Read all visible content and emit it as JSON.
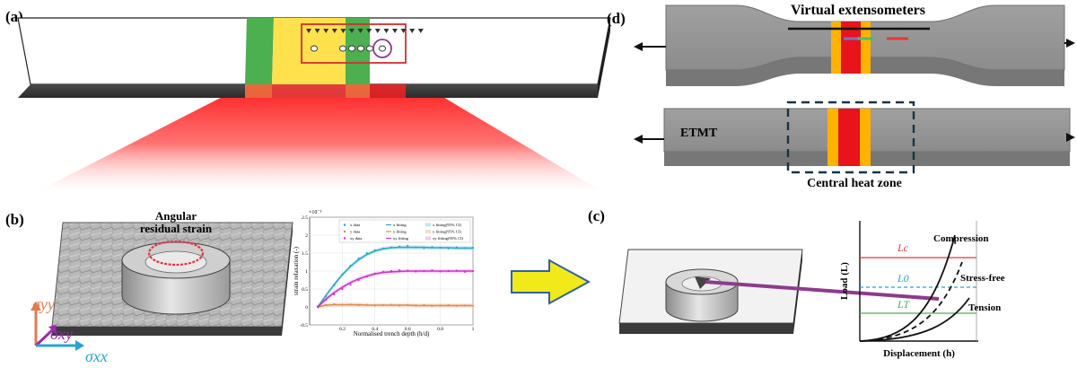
{
  "panels": {
    "a": "(a)",
    "b": "(b)",
    "c": "(c)",
    "d": "(d)"
  },
  "panel_b": {
    "ring_label_line1": "Angular",
    "ring_label_line2": "residual strain",
    "stress_labels": {
      "yy": "σyy",
      "xy": "σxy",
      "xx": "σxx"
    },
    "colors": {
      "sigma_yy": "#e07a4f",
      "sigma_xy": "#9c27b0",
      "sigma_xx": "#29a3d6",
      "ring": "#e8323c"
    }
  },
  "panel_c": {
    "ylabel": "Load (L)",
    "xlabel": "Displacement (h)",
    "levels": [
      {
        "label": "Lc",
        "color": "#e53935"
      },
      {
        "label": "L0",
        "color": "#29a3d6"
      },
      {
        "label": "LT",
        "color": "#4caf50"
      }
    ],
    "curves": [
      "Compression",
      "Stress-free",
      "Tension"
    ],
    "link_color": "#8e3a8e"
  },
  "panel_d": {
    "title": "Virtual extensometers",
    "label_etmt": "ETMT",
    "label_heat": "Central heat zone",
    "extensometer_colors": [
      "#7b6fd0",
      "#43c463",
      "#e53935"
    ]
  },
  "chart_data": {
    "type": "scatter",
    "title": "",
    "xlabel": "Normalised trench depth (h/d)",
    "ylabel": "strain relaxation (-)",
    "y_exponent": "×10⁻³",
    "xlim": [
      0,
      1
    ],
    "ylim": [
      -0.5,
      2.5
    ],
    "x_ticks": [
      "0.2",
      "0.4",
      "0.6",
      "0.8",
      "1"
    ],
    "y_ticks": [
      "-0.5",
      "0",
      "0.5",
      "1",
      "1.5",
      "2",
      "2.5"
    ],
    "grid": true,
    "legend_position": "top",
    "legend": [
      "x data",
      "x fitting",
      "x fitting(95% CI)",
      "y data",
      "y fitting",
      "y fitting(95% CI)",
      "xy data",
      "xy fitting",
      "xy fitting(95% CI)"
    ],
    "x": [
      0.05,
      0.1,
      0.15,
      0.2,
      0.25,
      0.3,
      0.35,
      0.4,
      0.45,
      0.5,
      0.55,
      0.6,
      0.65,
      0.7,
      0.75,
      0.8,
      0.85,
      0.9,
      0.95,
      1.0
    ],
    "series": [
      {
        "name": "x",
        "color": "#2aa7c9",
        "ci_color": "#bfe6f2",
        "data": [
          0.02,
          0.3,
          0.6,
          0.9,
          1.15,
          1.35,
          1.5,
          1.58,
          1.63,
          1.66,
          1.68,
          1.7,
          1.66,
          1.64,
          1.67,
          1.65,
          1.63,
          1.66,
          1.64,
          1.65
        ],
        "fit": [
          0.0,
          0.32,
          0.62,
          0.9,
          1.13,
          1.32,
          1.46,
          1.56,
          1.62,
          1.65,
          1.66,
          1.66,
          1.66,
          1.66,
          1.65,
          1.65,
          1.65,
          1.64,
          1.64,
          1.64
        ]
      },
      {
        "name": "y",
        "color": "#e08a4f",
        "ci_color": "#f6dccb",
        "data": [
          0.0,
          0.05,
          0.08,
          0.06,
          0.07,
          0.05,
          0.06,
          0.04,
          0.05,
          0.06,
          0.04,
          0.05,
          0.04,
          0.05,
          0.03,
          0.04,
          0.05,
          0.03,
          0.04,
          0.03
        ],
        "fit": [
          0.0,
          0.05,
          0.06,
          0.06,
          0.06,
          0.06,
          0.05,
          0.05,
          0.05,
          0.05,
          0.05,
          0.05,
          0.04,
          0.04,
          0.04,
          0.04,
          0.04,
          0.04,
          0.04,
          0.04
        ]
      },
      {
        "name": "xy",
        "color": "#d030c8",
        "ci_color": "#f3c9ef",
        "data": [
          0.0,
          0.2,
          0.35,
          0.5,
          0.62,
          0.75,
          0.85,
          0.93,
          0.98,
          1.0,
          1.02,
          1.01,
          0.99,
          1.0,
          1.02,
          0.99,
          1.0,
          1.01,
          0.98,
          1.0
        ],
        "fit": [
          0.0,
          0.22,
          0.4,
          0.55,
          0.68,
          0.78,
          0.86,
          0.92,
          0.96,
          0.98,
          0.99,
          1.0,
          1.0,
          1.0,
          1.0,
          1.0,
          1.0,
          1.0,
          1.0,
          1.0
        ]
      }
    ]
  }
}
